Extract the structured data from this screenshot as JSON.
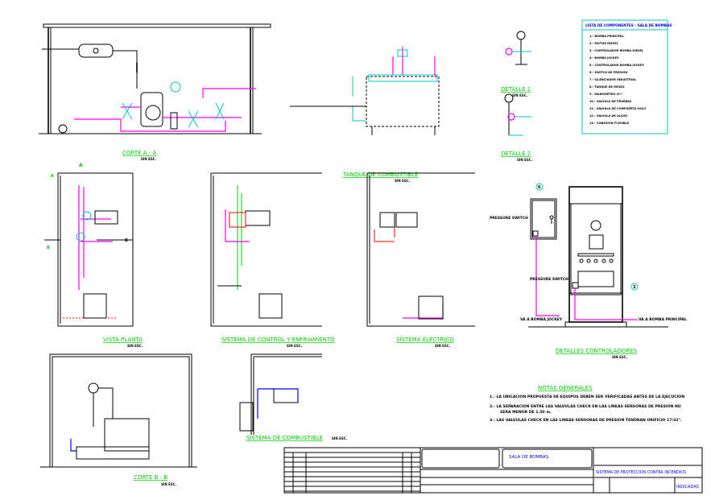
{
  "drawings": {
    "corte_a": {
      "title": "CORTE A - A",
      "scale": "SIN ESC.",
      "marker": "A"
    },
    "tanque": {
      "title": "TANQUE DE COMBUSTIBLE",
      "scale": "SIN ESC."
    },
    "detalle_1": {
      "title": "DETALLE 1",
      "scale": "SIN ESC."
    },
    "detalle_2": {
      "title": "DETALLE 2",
      "scale": "SIN ESC."
    },
    "vista_planta": {
      "title": "VISTA PLANTA",
      "scale": "SIN ESC.",
      "markers": [
        "A",
        "B",
        "B"
      ]
    },
    "control": {
      "title": "SISTEMA DE CONTROL Y ENFRIAMIENTO",
      "scale": "SIN ESC."
    },
    "electrico": {
      "title": "SISTEMA ELECTRICO",
      "scale": "SIN ESC."
    },
    "controladores": {
      "title": "DETALLES CONTROLADORES",
      "scale": "SIN ESC.",
      "pressure_switch_1": "PRESSURE SWITCH",
      "pressure_switch_2": "PRESSURE SWITCH",
      "to_jockey": "VA A BOMBA JOCKEY",
      "to_main": "VA A BOMBA PRINCIPAL",
      "tag_jockey": "6",
      "tag_main": "3"
    },
    "corte_b": {
      "title": "CORTE B - B",
      "scale": "SIN ESC."
    },
    "combustible": {
      "title": "SISTEMA DE COMBUSTIBLE",
      "scale": "SIN ESC."
    }
  },
  "components": {
    "title": "LISTA DE COMPONENTES - SALA DE BOMBAS",
    "items": [
      "1.- BOMBA PRINCIPAL",
      "2.- MOTOR DIESEL",
      "3.- CONTROLADOR BOMBA DIESEL",
      "4.- BOMBA JOCKEY",
      "5.- CONTROLADOR BOMBA JOCKEY",
      "6.- SWITCH DE PRESION",
      "7.- SILENCIADOR INDUSTRIAL",
      "8.- TANQUE DE DIESEL",
      "9.- MANOMETRO 4½\"",
      "10.- VALVULA DE PRUEBAS",
      "11.- VALVULA DE COMPUERTA OS&Y",
      "12.- VALVULA DE ALIVIO",
      "13.- CONEXION FLEXIBLE"
    ]
  },
  "notes": {
    "title": "NOTAS GENERALES",
    "items": [
      "1.- LA UBICACION PROPUESTA DE EQUIPOS DEBEN SER VERIFICADAS ANTES DE LA EJECUCION",
      "2.- LA SEPARACION ENTRE LAS VALVULAS CHECK EN LAS LINEAS SENSORAS DE PRESION NO",
      "SERA MENOR DE 1.50 m.",
      "3.- LAS VALVULAS CHECK EN LAS LINEAS SENSORAS DE PRESION TENDRAN ORIFICIO 17/32\"."
    ]
  },
  "title_block": {
    "plan_name": "SALA DE BOMBAS",
    "project": "SISTEMA DE PROTECCION CONTRA INCENDIOS",
    "scale": "INDICADAS"
  },
  "colors": {
    "pipe": "#ff00ff",
    "valve": "#00c8c8",
    "title": "#00cc00",
    "text_accent": "#0000ff"
  }
}
